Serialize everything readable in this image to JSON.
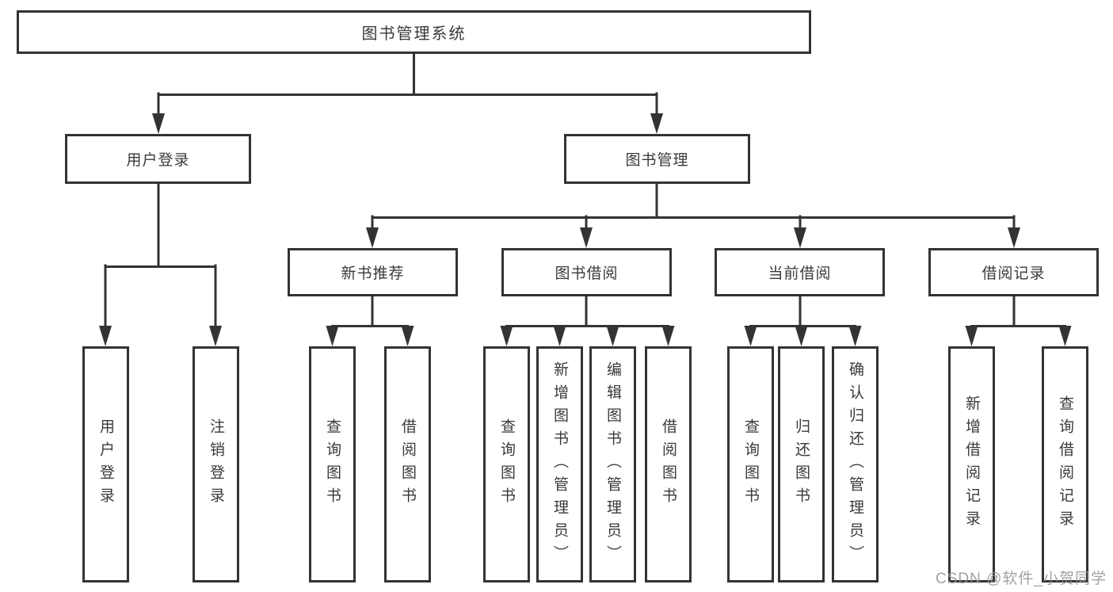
{
  "diagram": {
    "root": {
      "label": "图书管理系统"
    },
    "level2": [
      {
        "label": "用户登录",
        "children": [
          {
            "label": "用户登录"
          },
          {
            "label": "注销登录"
          }
        ]
      },
      {
        "label": "图书管理",
        "children": [
          {
            "label": "新书推荐",
            "children": [
              {
                "label": "查询图书"
              },
              {
                "label": "借阅图书"
              }
            ]
          },
          {
            "label": "图书借阅",
            "children": [
              {
                "label": "查询图书"
              },
              {
                "label": "新增图书（管理员）"
              },
              {
                "label": "编辑图书（管理员）"
              },
              {
                "label": "借阅图书"
              }
            ]
          },
          {
            "label": "当前借阅",
            "children": [
              {
                "label": "查询图书"
              },
              {
                "label": "归还图书"
              },
              {
                "label": "确认归还（管理员）"
              }
            ]
          },
          {
            "label": "借阅记录",
            "children": [
              {
                "label": "新增借阅记录"
              },
              {
                "label": "查询借阅记录"
              }
            ]
          }
        ]
      }
    ]
  },
  "watermark": {
    "text": "CSDN @软件_小贺同学"
  },
  "colors": {
    "line": "#333333",
    "box_border": "#333333",
    "box_fill": "#ffffff",
    "text": "#3a3a3a",
    "watermark": "#949494",
    "background": "#ffffff"
  }
}
